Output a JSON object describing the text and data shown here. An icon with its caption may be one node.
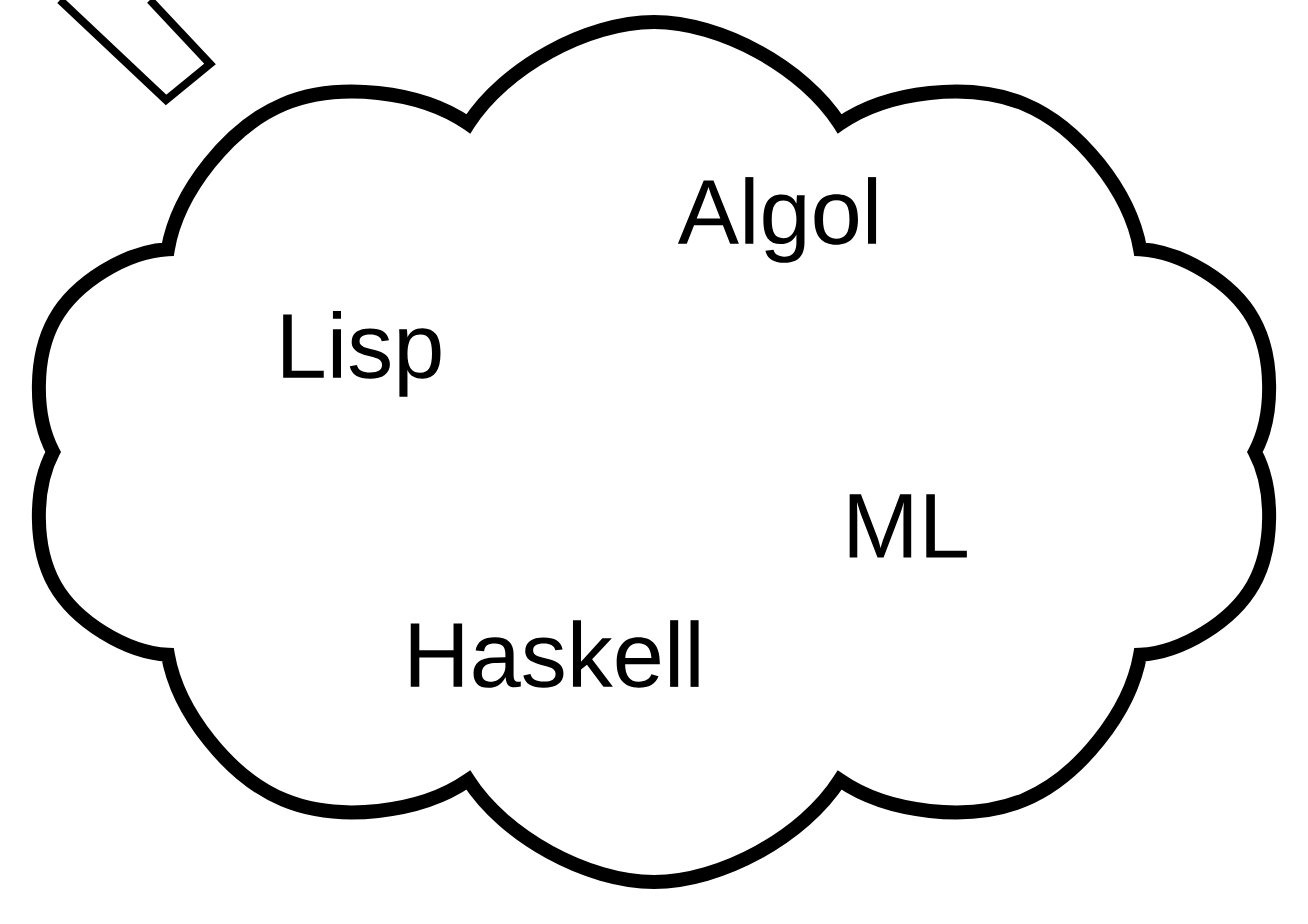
{
  "diagram": {
    "nodes": [
      {
        "text": [
          "Algol",
          "Lisp",
          "ML",
          "Haskell"
        ]
      }
    ]
  }
}
